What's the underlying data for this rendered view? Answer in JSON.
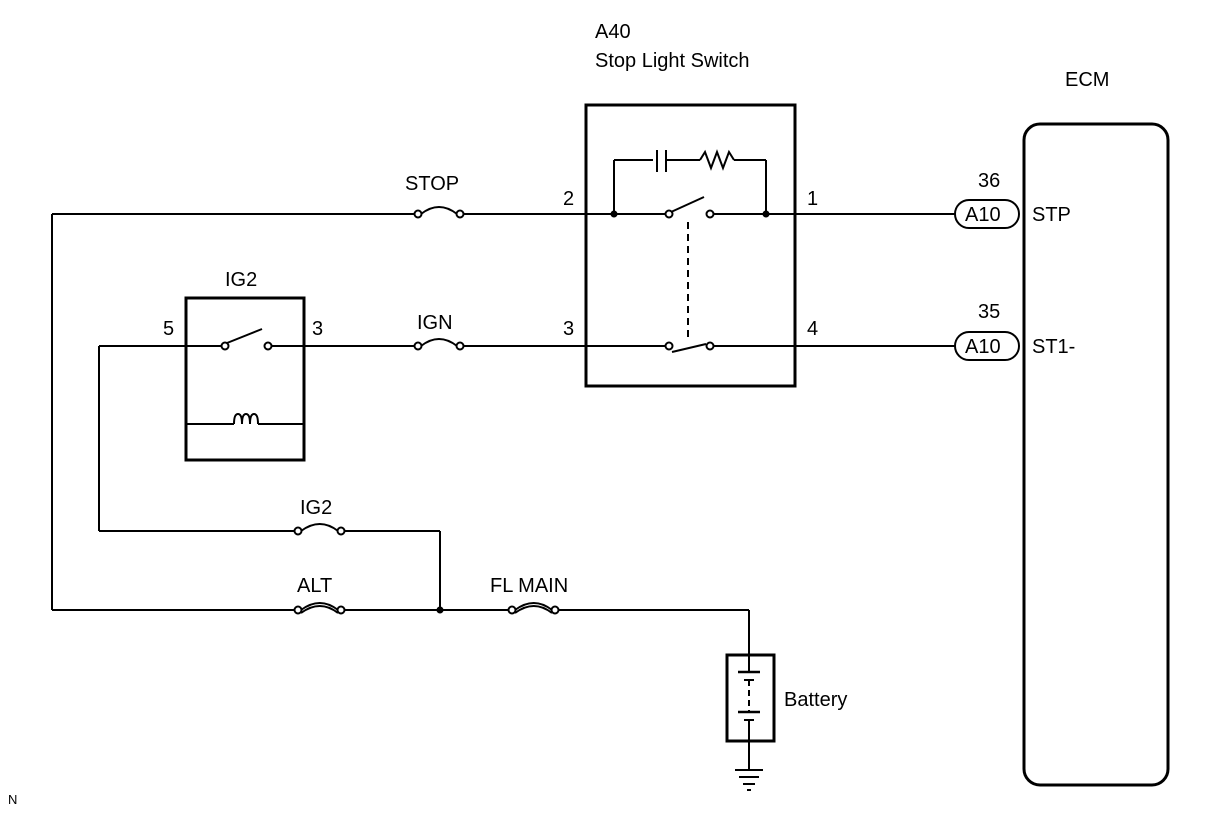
{
  "switch": {
    "code": "A40",
    "name": "Stop Light Switch",
    "pin_stop_in": "2",
    "pin_stop_out": "1",
    "pin_ign_in": "3",
    "pin_ign_out": "4"
  },
  "ecm": {
    "label": "ECM",
    "stp_pin_number": "36",
    "stp_connector": "A10",
    "stp_label": "STP",
    "st1_pin_number": "35",
    "st1_connector": "A10",
    "st1_label": "ST1-"
  },
  "relay": {
    "label": "IG2",
    "pin_in": "5",
    "pin_out": "3"
  },
  "fuses": {
    "stop": "STOP",
    "ign": "IGN",
    "ig2": "IG2",
    "alt": "ALT",
    "fl_main": "FL MAIN"
  },
  "battery": {
    "label": "Battery"
  },
  "corner_mark": "N"
}
